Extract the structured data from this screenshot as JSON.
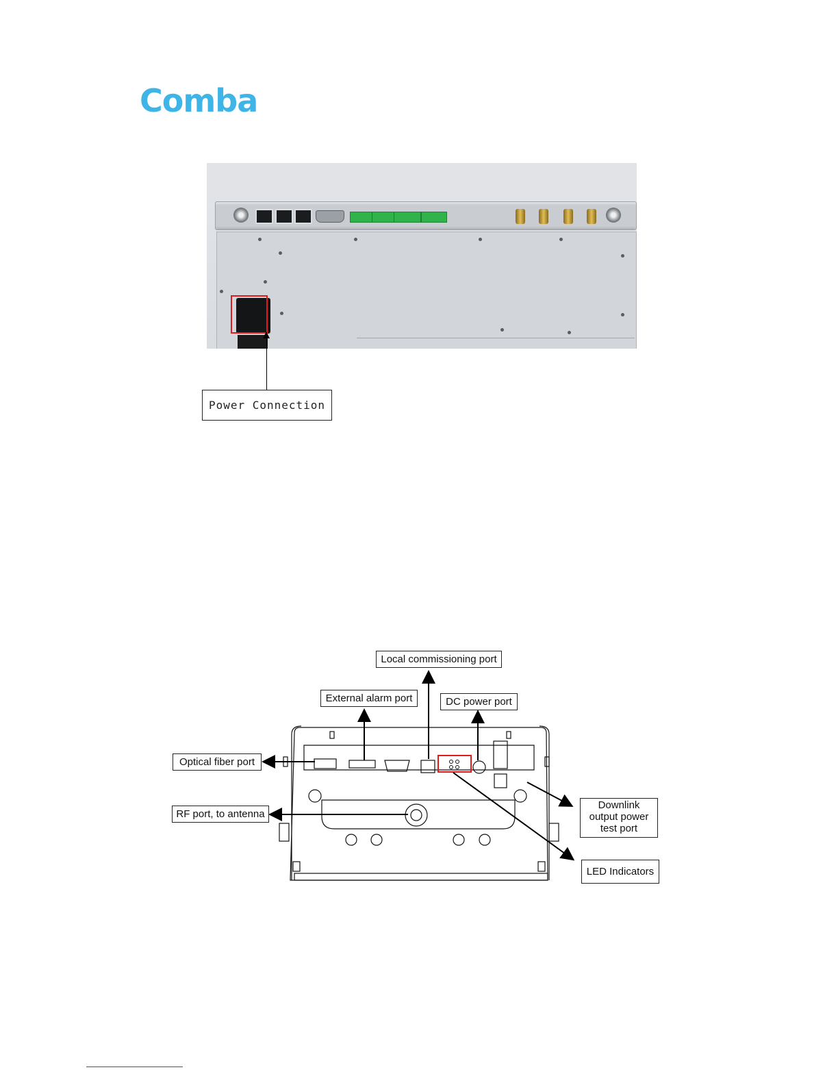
{
  "header": {
    "logo_text": "Comba",
    "brand_color": "#3fb4e6"
  },
  "figure1": {
    "callout": "Power Connection",
    "highlight_color": "#e01b1b"
  },
  "figure2": {
    "labels": {
      "local_commissioning": "Local commissioning port",
      "external_alarm": "External alarm port",
      "dc_power": "DC power port",
      "optical_fiber": "Optical fiber port",
      "rf_port": "RF port, to antenna",
      "downlink_l1": "Downlink",
      "downlink_l2": "output power",
      "downlink_l3": "test port",
      "led": "LED Indicators"
    },
    "highlight_color": "#e01b1b"
  }
}
